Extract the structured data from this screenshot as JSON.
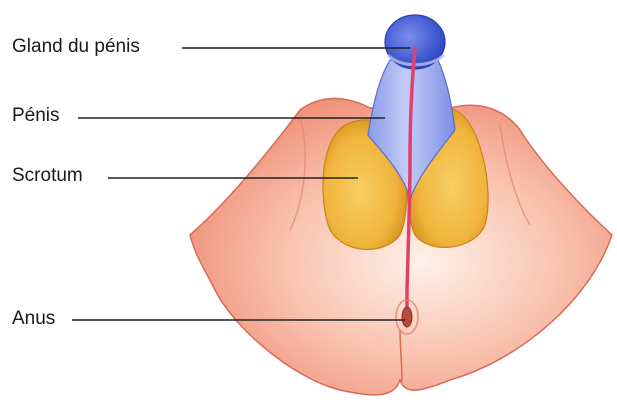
{
  "diagram": {
    "labels": [
      {
        "id": "gland",
        "text": "Gland du pénis"
      },
      {
        "id": "penis",
        "text": "Pénis"
      },
      {
        "id": "scrotum",
        "text": "Scrotum"
      },
      {
        "id": "anus",
        "text": "Anus"
      }
    ]
  },
  "colors": {
    "skin": "#f4a08a",
    "skin_light": "#fde2d6",
    "skin_dark": "#e0735f",
    "scrotum": "#f0b43c",
    "scrotum_dark": "#d4901c",
    "penis": "#a9b6f2",
    "penis_dark": "#6b7fe0",
    "glans": "#4b63d6",
    "raphe": "#e0406a",
    "leader_line": "#222222"
  }
}
